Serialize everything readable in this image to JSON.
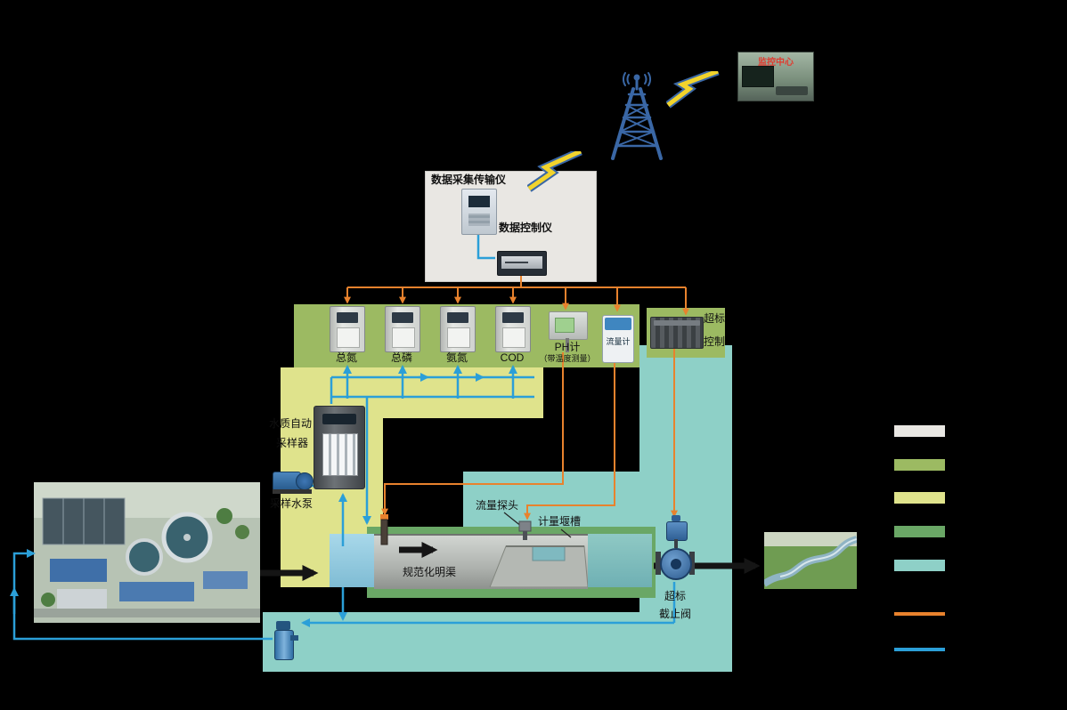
{
  "colors": {
    "background": "#000000",
    "region_gray": "#e9e7e3",
    "region_green": "#9cba62",
    "region_yellow": "#dfe38c",
    "region_dark_green": "#6aa766",
    "region_teal": "#8ed0c7",
    "line_orange": "#e8822d",
    "line_blue": "#2b9fd8",
    "flow_black": "#151515",
    "tower_blue": "#3a67a5",
    "lightning_yellow": "#f2d42c"
  },
  "icons": {
    "signal_tower": "lattice-radio-tower",
    "lightning": "zigzag-bolt"
  },
  "monitoring_center": {
    "label": "监控中心"
  },
  "datalogger_panel": {
    "collector_label": "数据采集传输仪",
    "controller_label": "数据控制仪"
  },
  "analyzers": [
    {
      "label": "总氮"
    },
    {
      "label": "总磷"
    },
    {
      "label": "氨氮"
    },
    {
      "label": "COD"
    }
  ],
  "ph_meter": {
    "label": "PH计",
    "sublabel": "（带温度测量）"
  },
  "flow_meter": {
    "label": "流量计"
  },
  "exceed_controller": {
    "line1": "超标",
    "line2": "控制"
  },
  "sampler": {
    "line1": "水质自动",
    "line2": "采样器"
  },
  "sampling_pump": {
    "label": "采样水泵"
  },
  "channel": {
    "name_label": "规范化明渠",
    "flow_probe_label": "流量探头",
    "weir_label": "计量堰槽"
  },
  "shutoff_valve": {
    "line1": "超标",
    "line2": "截止阀"
  },
  "legend": {
    "items": [
      {
        "kind": "swatch",
        "color": "#e9e7e3"
      },
      {
        "kind": "swatch",
        "color": "#9cba62"
      },
      {
        "kind": "swatch",
        "color": "#dfe38c"
      },
      {
        "kind": "swatch",
        "color": "#6aa766"
      },
      {
        "kind": "swatch",
        "color": "#8ed0c7"
      },
      {
        "kind": "line",
        "color": "#e8822d"
      },
      {
        "kind": "line",
        "color": "#2b9fd8"
      }
    ]
  }
}
